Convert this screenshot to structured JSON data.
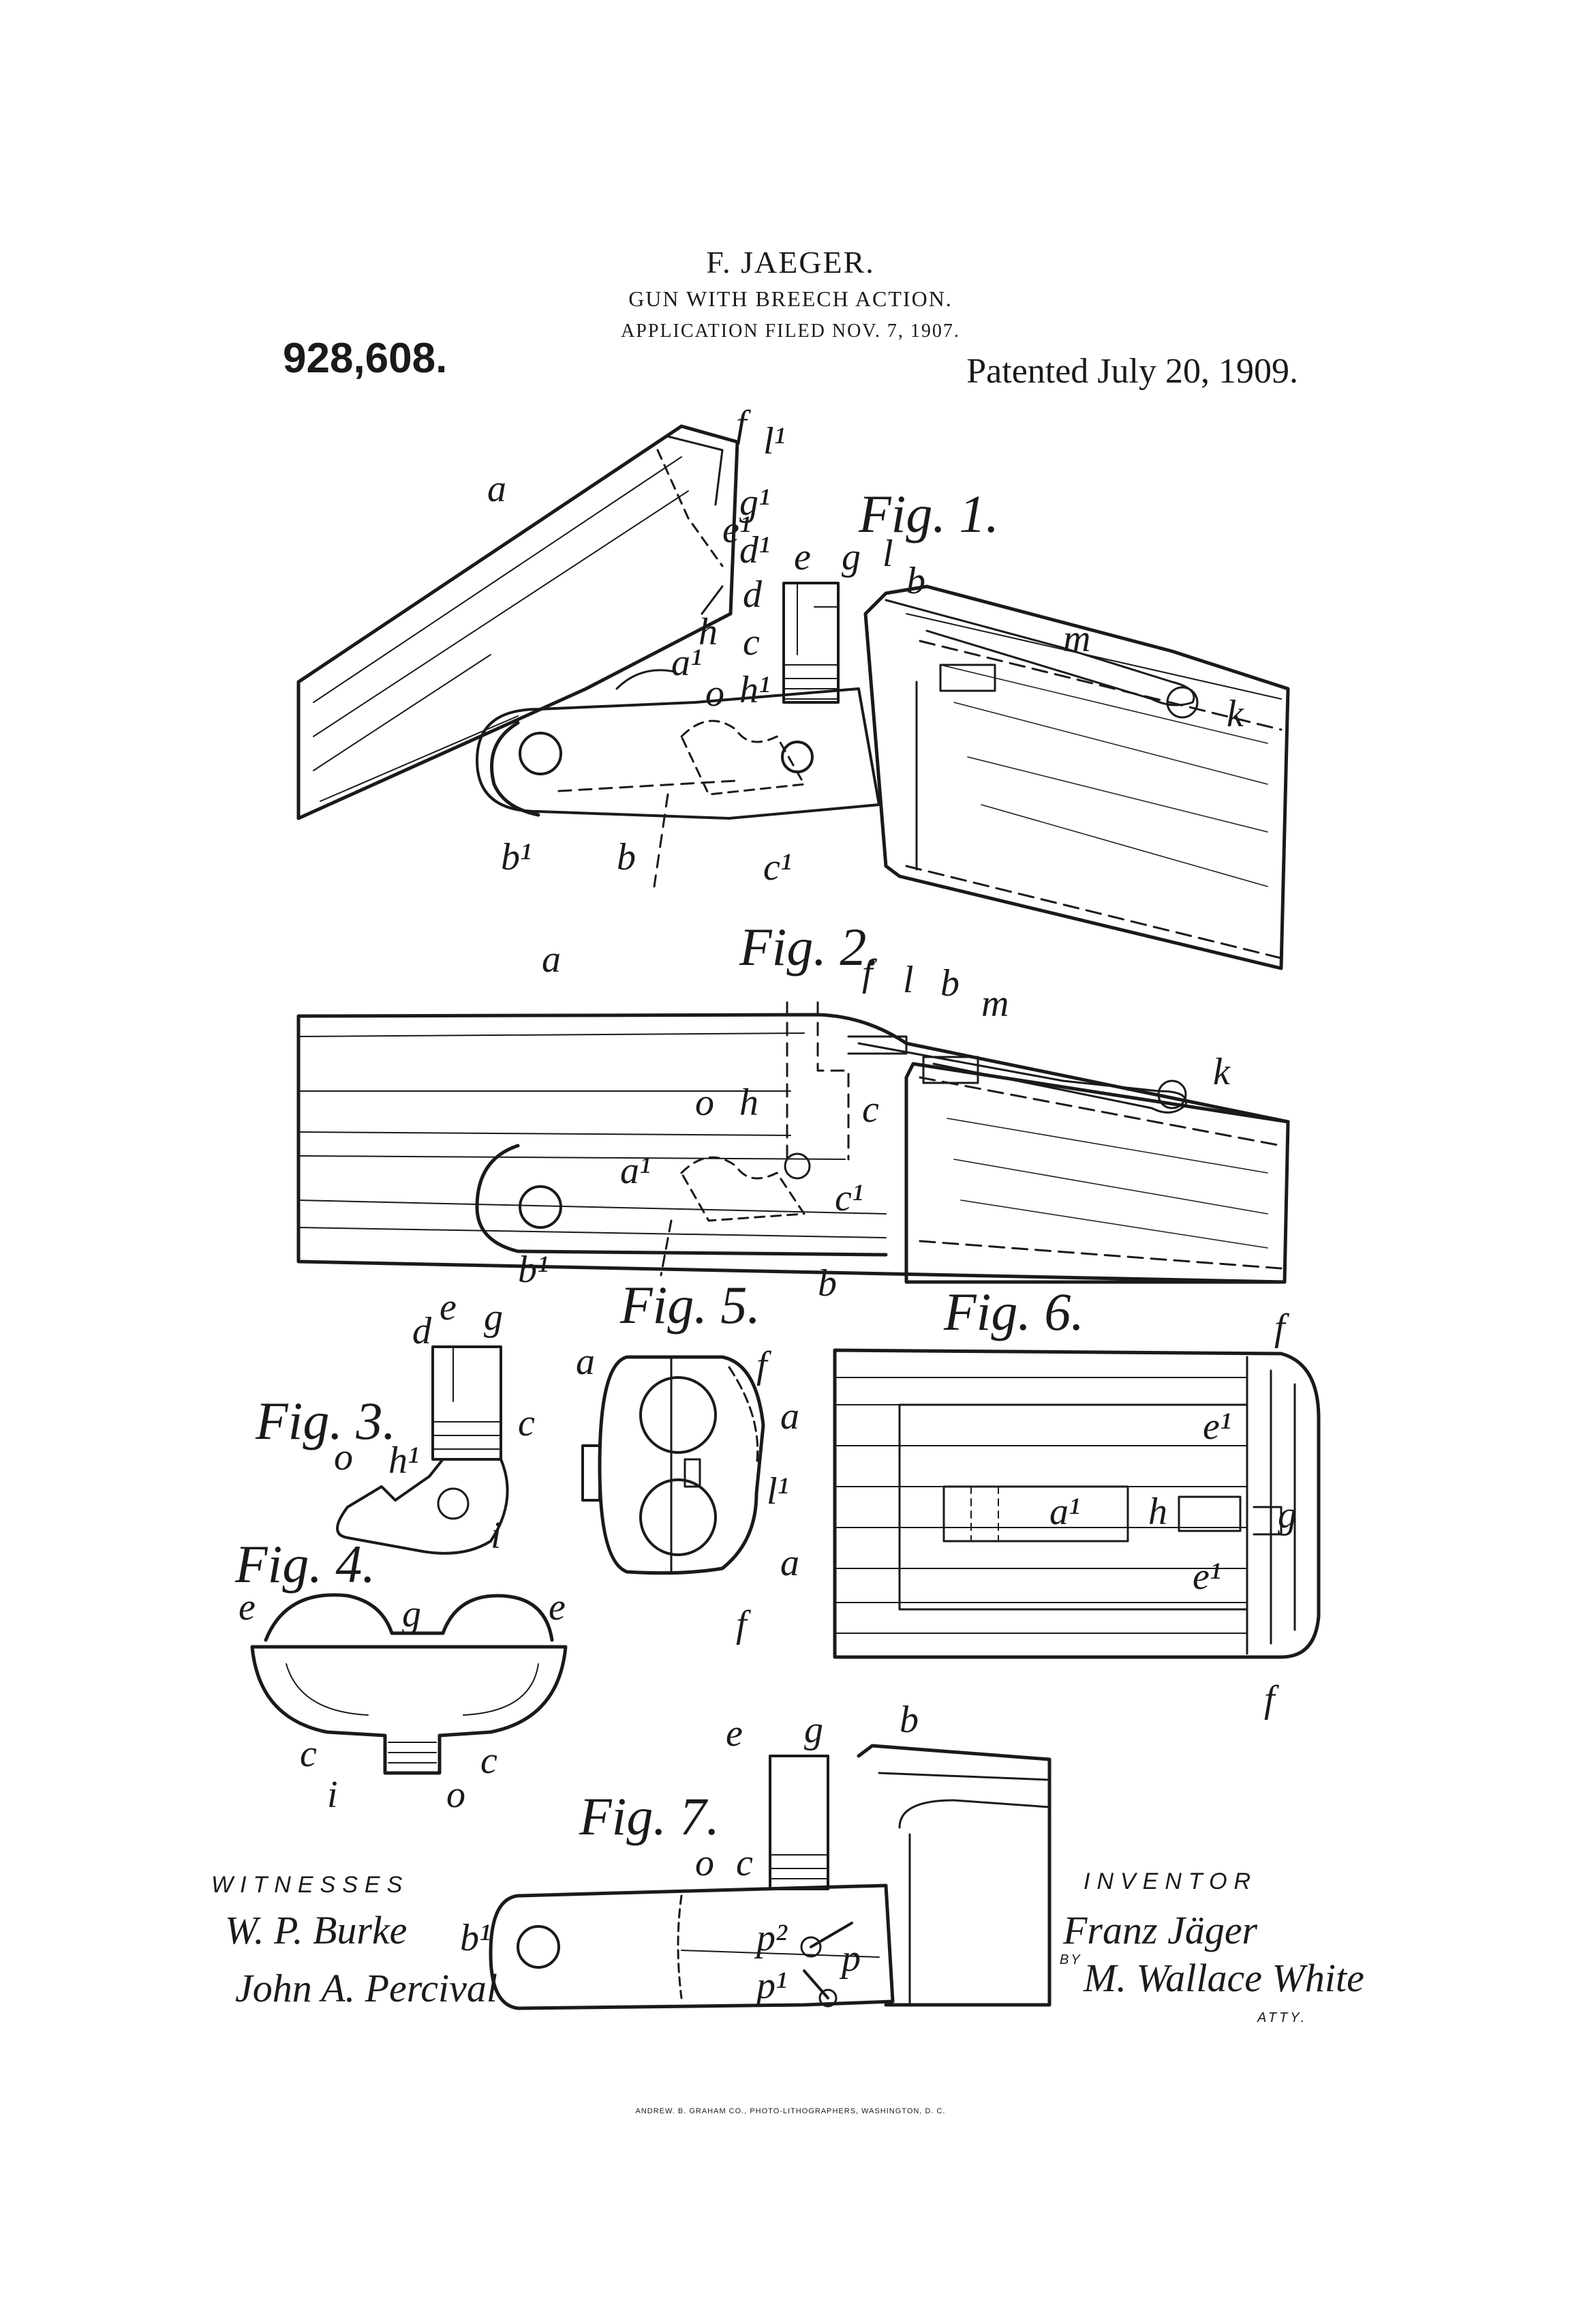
{
  "header": {
    "inventor_name": "F. JAEGER.",
    "title": "GUN WITH BREECH ACTION.",
    "filed": "APPLICATION FILED NOV. 7, 1907.",
    "patent_number": "928,608.",
    "patent_date": "Patented July 20, 1909."
  },
  "figures": {
    "fig1": {
      "label": "Fig. 1.",
      "parts": [
        "a",
        "f",
        "l¹",
        "g¹",
        "e¹",
        "d¹",
        "e",
        "g",
        "l",
        "b",
        "d",
        "m",
        "c",
        "h",
        "a¹",
        "h¹",
        "o",
        "k",
        "b¹",
        "b",
        "c¹"
      ]
    },
    "fig2": {
      "label": "Fig. 2.",
      "parts": [
        "a",
        "f",
        "l",
        "b",
        "m",
        "k",
        "o",
        "h",
        "c",
        "a¹",
        "c¹",
        "b¹",
        "b"
      ]
    },
    "fig3": {
      "label": "Fig. 3.",
      "parts": [
        "e",
        "d",
        "g",
        "c",
        "h¹",
        "o",
        "i"
      ]
    },
    "fig4": {
      "label": "Fig. 4.",
      "parts": [
        "e",
        "g",
        "e",
        "c",
        "c",
        "i",
        "o"
      ]
    },
    "fig5": {
      "label": "Fig. 5.",
      "parts": [
        "a",
        "f",
        "l¹",
        "f"
      ]
    },
    "fig6": {
      "label": "Fig. 6.",
      "parts": [
        "f",
        "a",
        "e¹",
        "a¹",
        "h",
        "g",
        "e¹",
        "a",
        "f"
      ]
    },
    "fig7": {
      "label": "Fig. 7.",
      "parts": [
        "e",
        "g",
        "b",
        "o",
        "c",
        "b¹",
        "p²",
        "p",
        "p¹"
      ]
    }
  },
  "witnesses": {
    "caption": "WITNESSES",
    "names": [
      "W. P. Burke",
      "John A. Percival"
    ]
  },
  "inventor": {
    "caption": "INVENTOR",
    "signature": "Franz Jäger",
    "by": "BY",
    "attorney": "M. Wallace White",
    "atty": "ATTY."
  },
  "printer_credit": "ANDREW. B. GRAHAM CO., PHOTO-LITHOGRAPHERS, WASHINGTON, D. C."
}
